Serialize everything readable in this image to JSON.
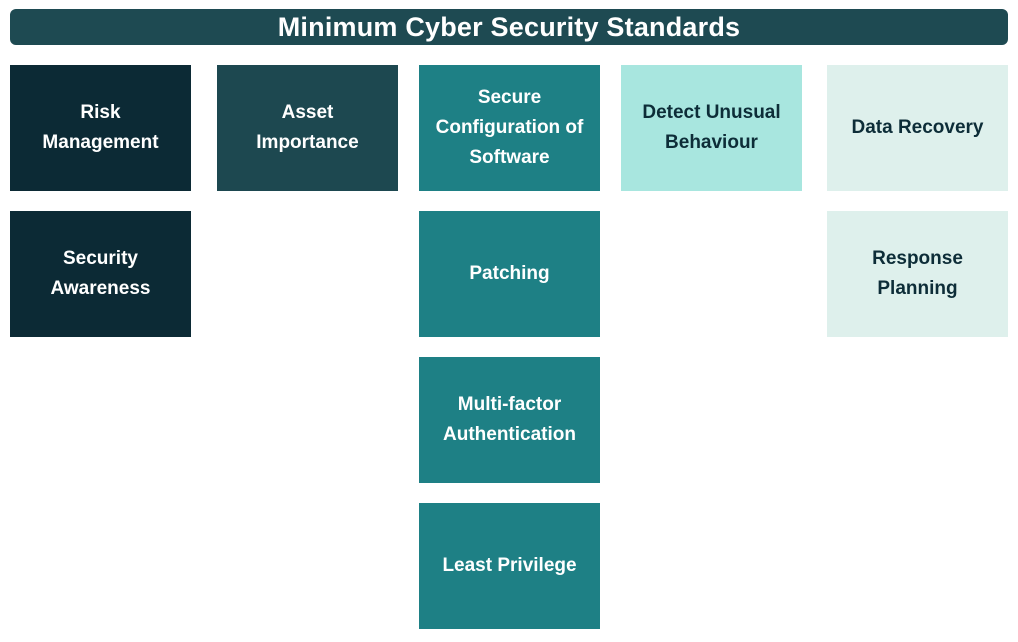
{
  "title": "Minimum Cyber Security Standards",
  "colors": {
    "title_bar": "#1e4a52",
    "column_1": "#0c2a35",
    "column_2": "#1d4850",
    "column_3": "#1e8085",
    "column_4": "#a8e6df",
    "column_5": "#def0ec"
  },
  "columns": [
    {
      "items": [
        "Risk Management",
        "Security Awareness"
      ]
    },
    {
      "items": [
        "Asset Importance"
      ]
    },
    {
      "items": [
        "Secure Configuration of Software",
        "Patching",
        "Multi-factor Authentication",
        "Least Privilege"
      ]
    },
    {
      "items": [
        "Detect Unusual Behaviour"
      ]
    },
    {
      "items": [
        "Data Recovery",
        "Response Planning"
      ]
    }
  ]
}
